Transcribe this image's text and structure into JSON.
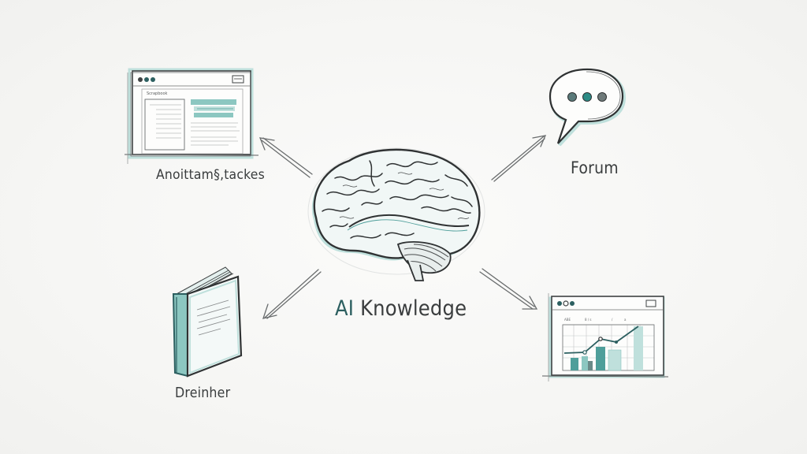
{
  "diagram": {
    "style": "hand-drawn sketch, pencil with teal accent",
    "colors": {
      "background": "#f7f7f5",
      "ink": "#3a3d3e",
      "accent_teal": "#4e9e9a",
      "accent_teal_light": "#bfe0dc",
      "accent_teal_dark": "#2c5f60"
    },
    "center": {
      "label_prefix": "AI",
      "label_suffix": " Knowledge",
      "icon": "brain-icon"
    },
    "nodes": [
      {
        "id": "documentation",
        "position": "top-left",
        "icon": "browser-window-icon",
        "label": "Anoittam§,tackes",
        "inner_text": "Scrapbook"
      },
      {
        "id": "forum",
        "position": "top-right",
        "icon": "speech-bubble-icon",
        "label": "Forum"
      },
      {
        "id": "book",
        "position": "bottom-left",
        "icon": "book-icon",
        "label": "Dreinher"
      },
      {
        "id": "analytics",
        "position": "bottom-right",
        "icon": "dashboard-chart-icon",
        "label": ""
      }
    ],
    "edges": [
      {
        "from": "center",
        "to": "documentation",
        "direction": "outward"
      },
      {
        "from": "center",
        "to": "forum",
        "direction": "outward"
      },
      {
        "from": "center",
        "to": "book",
        "direction": "outward"
      },
      {
        "from": "center",
        "to": "analytics",
        "direction": "outward"
      }
    ]
  }
}
